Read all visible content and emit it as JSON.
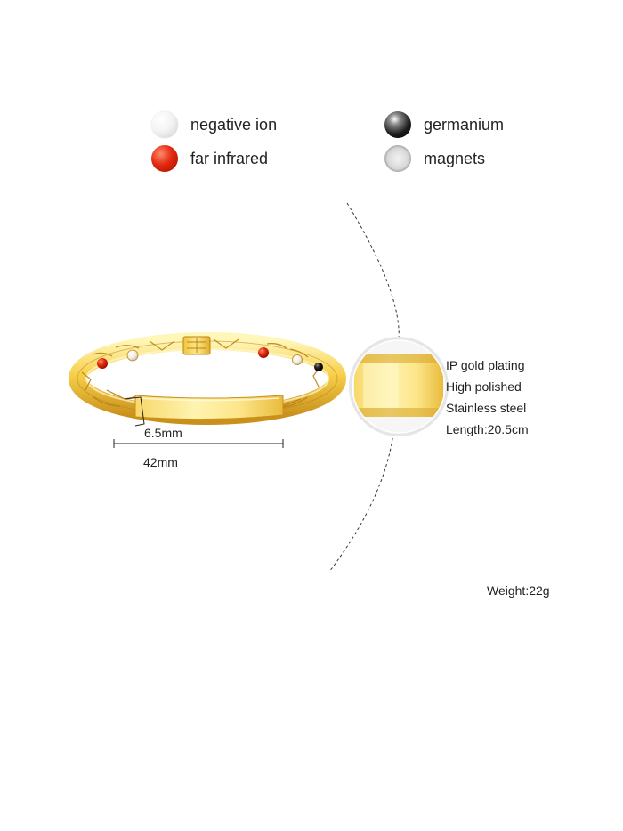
{
  "legend": [
    {
      "label": "negative ion",
      "icon": "white-bead-icon"
    },
    {
      "label": "germanium",
      "icon": "black-bead-icon"
    },
    {
      "label": "far infrared",
      "icon": "red-bead-icon"
    },
    {
      "label": "magnets",
      "icon": "silver-bead-icon"
    }
  ],
  "dimensions": {
    "width": "6.5mm",
    "length": "42mm"
  },
  "specs": [
    "IP gold plating",
    "High polished",
    "Stainless steel",
    "Length:20.5cm"
  ],
  "weight": "Weight:22g",
  "colors": {
    "gold_light": "#fff3a8",
    "gold": "#f5c842",
    "gold_dark": "#c8901a",
    "red_bead": "#e22a10",
    "text": "#222222"
  }
}
